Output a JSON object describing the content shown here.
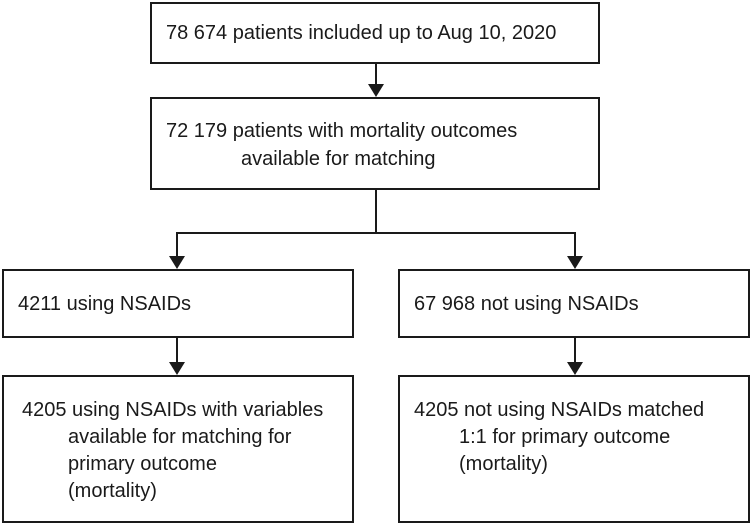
{
  "flowchart": {
    "top_box": {
      "lines": [
        "78 674 patients included up to Aug 10, 2020"
      ]
    },
    "middle_box": {
      "lines": [
        "72 179 patients with mortality outcomes",
        "available for matching"
      ]
    },
    "left_box": {
      "lines": [
        "4211 using NSAIDs"
      ]
    },
    "right_box": {
      "lines": [
        "67 968 not using NSAIDs"
      ]
    },
    "bottom_left_box": {
      "lines": [
        "4205 using NSAIDs with variables",
        "available for matching for",
        "primary outcome",
        "(mortality)"
      ]
    },
    "bottom_right_box": {
      "lines": [
        "4205 not using NSAIDs matched",
        "1:1 for primary outcome",
        "(mortality)"
      ]
    }
  }
}
